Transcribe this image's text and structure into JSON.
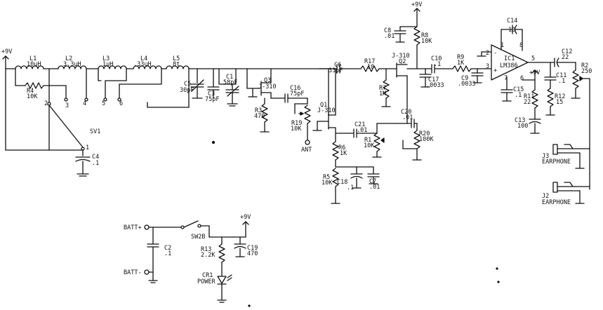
{
  "supply": {
    "rail_label": "+9V"
  },
  "labels": {
    "L1": "L1",
    "L1_val": "10uH",
    "L2": "L2",
    "L2_val": "3.3uH",
    "L3": "L3",
    "L3_val": "1uH",
    "L4": "L4",
    "L4_val": ".33uH",
    "L5": "L5",
    "L5_val": "8t",
    "R4": "R4",
    "R4_val": "10K",
    "SV1": "SV1",
    "C4": "C4",
    "C4_val": ".1",
    "C5": "C5",
    "C5_val": "30pF",
    "C1": "C1",
    "C1_val": "58pF",
    "C3": "C3",
    "C3_val": "75pF",
    "Q3": "Q3",
    "Q3_type": "J-310",
    "R3": "R3",
    "R3_val": "470",
    "C16": "C16",
    "C16_val": "75pF",
    "R19": "R19",
    "R19_val": "10K",
    "ANT": "ANT",
    "Q1": "Q1",
    "Q1_type": "J-310",
    "C6": "C6",
    "C6_val": "33pF",
    "R6": "R6",
    "R6_val": "1K",
    "R5": "R5",
    "R5_val": "10K",
    "C18": "C18",
    "C18_val": ".1",
    "C7": "C7",
    "C7_val": ".01",
    "C21": "C21",
    "C21_val": ".01",
    "R1": "R1",
    "R1_val": "10K",
    "R17": "R17",
    "R17_val": "10",
    "R7": "R7",
    "R7_val": "1M",
    "Q2_type": "J-310",
    "Q2": "Q2",
    "C8": "C8",
    "C8_val": ".01",
    "R8": "R8",
    "R8_val": "10K",
    "C20": "C20",
    "C20_val": ".01",
    "R20": "R20",
    "R20_val": "100K",
    "C10": "C10",
    "C10_val": ".1",
    "C17": "C17",
    "C17_val": ".0033",
    "R9": "R9",
    "R9_val": "1K",
    "C9": "C9",
    "C9_val": ".0033",
    "C14": "C14",
    "C14_val": "10",
    "IC1": "IC1",
    "IC1_type": "LM386",
    "C15": "C15",
    "C15_val": ".1",
    "R11": "R11",
    "R11_val": "22",
    "C13": "C13",
    "C13_val": "100",
    "C12": "C12",
    "C12_val": "22",
    "C11": "C11",
    "C11_val": ".1",
    "R12": "R12",
    "R12_val": "15",
    "R2": "R2",
    "R2_val": "250",
    "J3": "J3",
    "J3_label": "EARPHONE",
    "J2": "J2",
    "J2_label": "EARPHONE",
    "BATTP": "BATT+",
    "BATTN": "BATT-",
    "C2": "C2",
    "C2_val": ".1",
    "SW2B": "SW2B",
    "R13": "R13",
    "R13_val": "2.2K",
    "C19": "C19",
    "C19_val": "470",
    "CR1": "CR1",
    "POWER": "POWER",
    "pin1": "1",
    "pin2": "2",
    "pin3": "3",
    "pin4": "4",
    "pin5": "5",
    "pin6": "6",
    "ic_p1": "1",
    "ic_p2": "2",
    "ic_p3": "3",
    "ic_p5": "5",
    "ic_p6": "6",
    "ic_p7": "7",
    "ic_p8": "8",
    "minus": "-",
    "plus": "+"
  }
}
